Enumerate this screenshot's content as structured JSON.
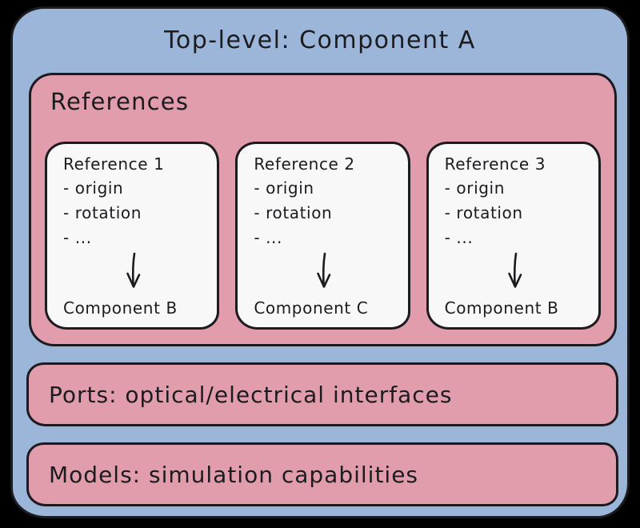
{
  "diagram": {
    "title": "Top-level: Component A",
    "references": {
      "label": "References",
      "cards": [
        {
          "title": "Reference 1",
          "items": [
            "- origin",
            "- rotation",
            "- ..."
          ],
          "target": "Component B"
        },
        {
          "title": "Reference 2",
          "items": [
            "- origin",
            "- rotation",
            "- ..."
          ],
          "target": "Component C"
        },
        {
          "title": "Reference 3",
          "items": [
            "- origin",
            "- rotation",
            "- ..."
          ],
          "target": "Component B"
        }
      ]
    },
    "ports": {
      "label": "Ports: optical/electrical interfaces"
    },
    "models": {
      "label": "Models: simulation capabilities"
    },
    "colors": {
      "background": "#000000",
      "top_level_fill": "#9cb6d9",
      "section_fill": "#e19dac",
      "card_fill": "#f8f8f8",
      "ink": "#1b1b20"
    }
  }
}
